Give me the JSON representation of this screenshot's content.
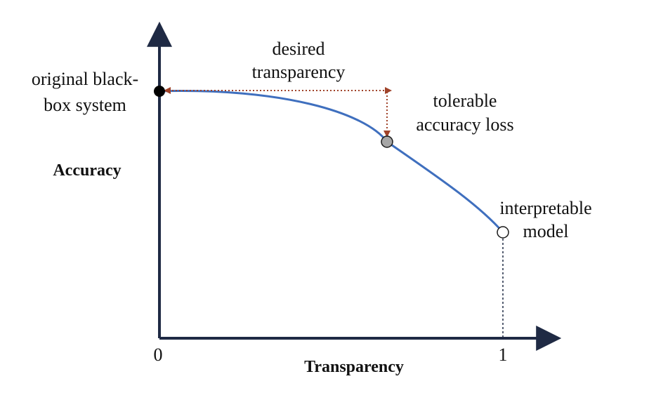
{
  "diagram": {
    "axes": {
      "y_label": "Accuracy",
      "x_label": "Transparency",
      "x_tick_0": "0",
      "x_tick_1": "1"
    },
    "annotations": {
      "original_line1": "original black-",
      "original_line2": "box system",
      "desired_line1": "desired",
      "desired_line2": "transparency",
      "tolerable_line1": "tolerable",
      "tolerable_line2": "accuracy loss",
      "interpretable_line1": "interpretable",
      "interpretable_line2": "model"
    },
    "colors": {
      "axis": "#1f2a44",
      "curve": "#3f6fbe",
      "arrow": "#a0432a",
      "point_original": "#000000",
      "point_tolerable": "#a6a6a6",
      "point_interpretable": "#ffffff"
    }
  }
}
